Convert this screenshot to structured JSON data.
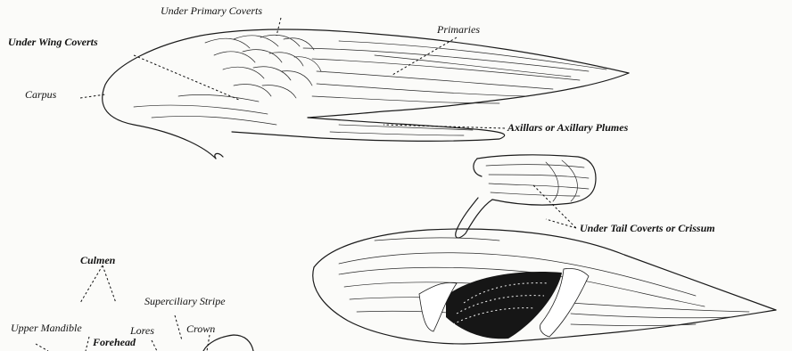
{
  "labels": {
    "under_primary_coverts": "Under Primary Coverts",
    "primaries": "Primaries",
    "under_wing_coverts": "Under Wing Coverts",
    "carpus": "Carpus",
    "axillars": "Axillars or Axillary Plumes",
    "under_tail_coverts": "Under Tail Coverts or Crissum",
    "culmen": "Culmen",
    "superciliary_stripe": "Superciliary Stripe",
    "upper_mandible": "Upper Mandible",
    "lores": "Lores",
    "crown": "Crown",
    "forehead": "Forehead"
  },
  "colors": {
    "ink": "#1b1b1b",
    "paper": "#fbfbf9"
  }
}
